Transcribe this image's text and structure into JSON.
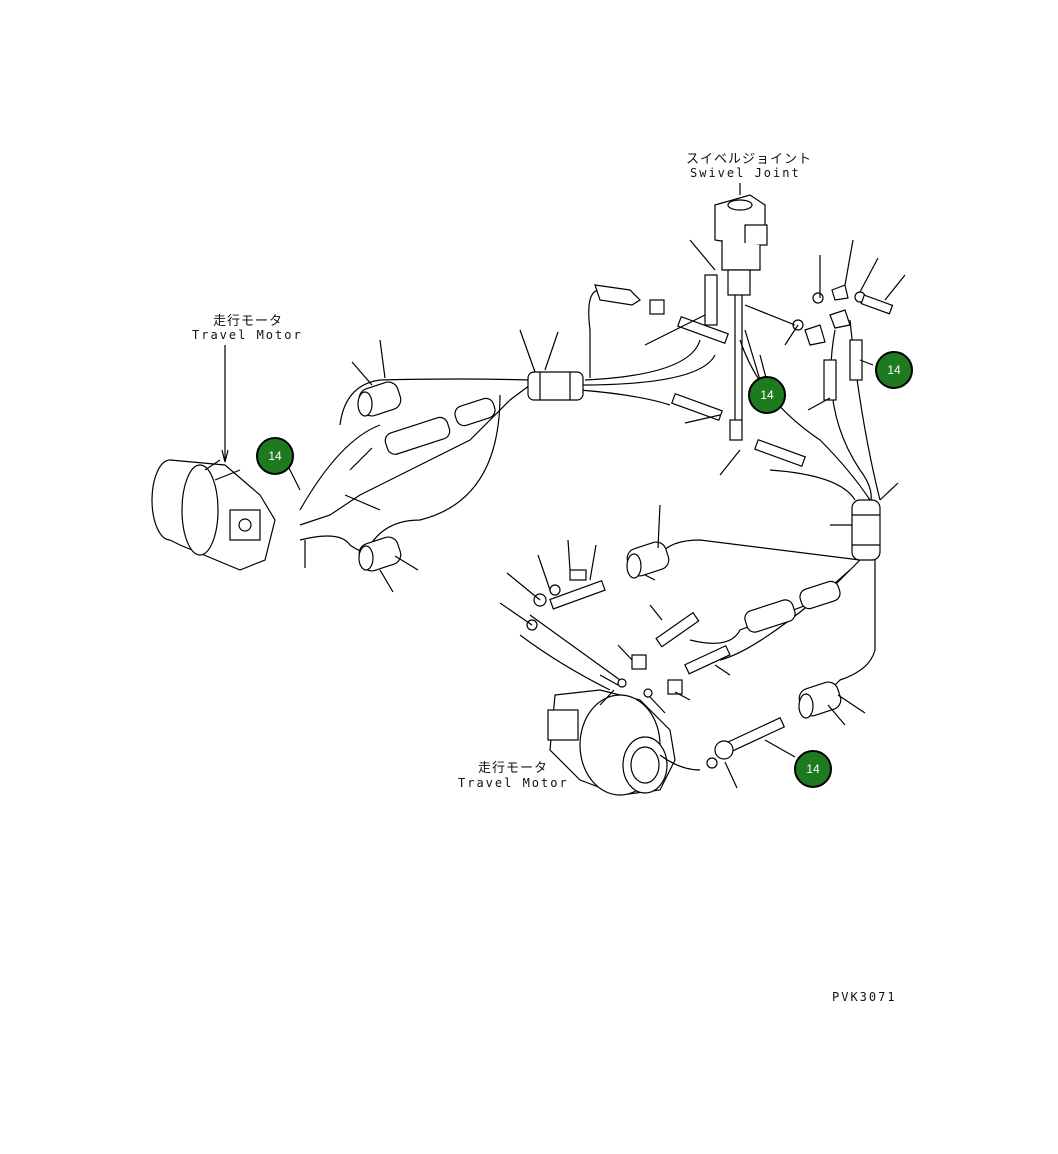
{
  "labels": {
    "swivel_joint_jp": "スイベルジョイント",
    "swivel_joint_en": "Swivel Joint",
    "travel_motor_left_jp": "走行モータ",
    "travel_motor_left_en": "Travel Motor",
    "travel_motor_right_jp": "走行モータ",
    "travel_motor_right_en": "Travel Motor",
    "drawing_code": "PVK3071"
  },
  "callouts": [
    {
      "id": "c1",
      "text": "14"
    },
    {
      "id": "c2",
      "text": "14"
    },
    {
      "id": "c3",
      "text": "14"
    },
    {
      "id": "c4",
      "text": "14"
    }
  ],
  "colors": {
    "callout_fill": "#1e7a1e",
    "line": "#000000",
    "background": "#ffffff"
  }
}
